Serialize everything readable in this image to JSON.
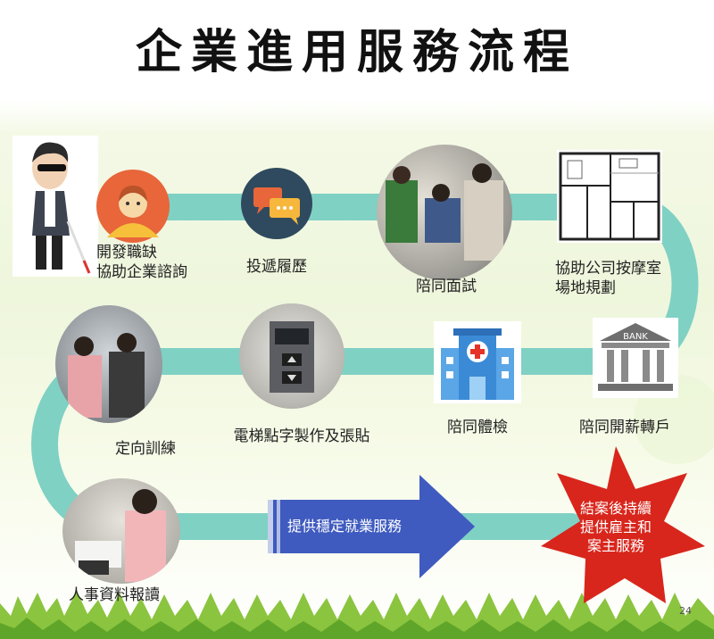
{
  "title": "企業進用服務流程",
  "steps": {
    "step1_line1": "開發職缺",
    "step1_line2": "協助企業諮詢",
    "step2": "投遞履歷",
    "step3": "陪同面試",
    "step4_line1": "協助公司按摩室",
    "step4_line2": "場地規劃",
    "step5": "陪同開薪轉戶",
    "step6": "陪同體檢",
    "step7": "電梯點字製作及張貼",
    "step8": "定向訓練",
    "step9": "人事資料報讀"
  },
  "arrow_label": "提供穩定就業服務",
  "star_label": {
    "line1": "結案後持續",
    "line2": "提供雇主和",
    "line3": "案主服務"
  },
  "bank_sign": "BANK",
  "page_number": "24",
  "colors": {
    "path": "#7fd1c4",
    "arrow": "#3f5bbf",
    "star": "#d8261c"
  },
  "icons": [
    "blind-person-icon",
    "person-avatar-icon",
    "chat-bubbles-icon",
    "floor-plan-icon",
    "bank-icon",
    "hospital-icon"
  ]
}
